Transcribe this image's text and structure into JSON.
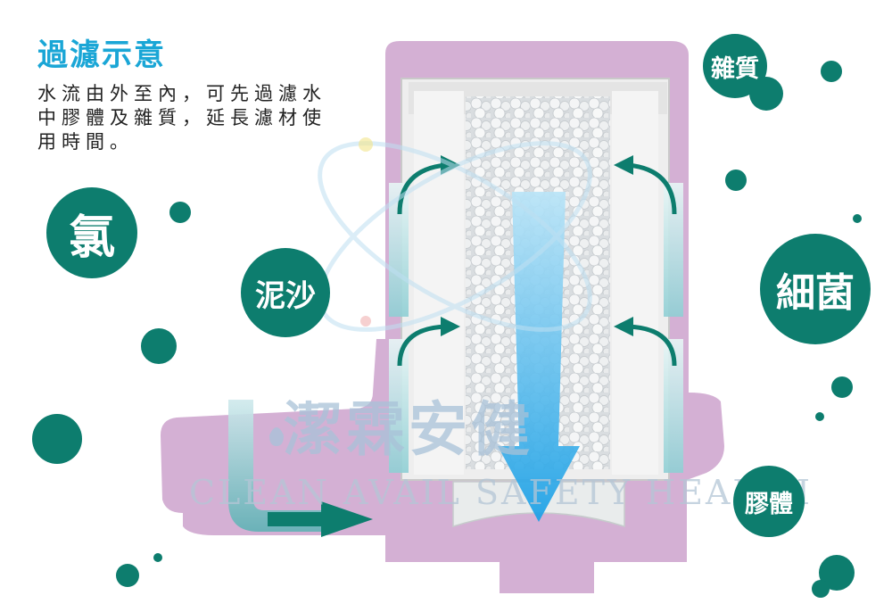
{
  "title": "過濾示意",
  "description": "水流由外至內，可先過濾水中膠體及雜質，延長濾材使用時間。",
  "labels": {
    "chlorine": "氯",
    "mud_sand": "泥沙",
    "impurities": "雜質",
    "bacteria": "細菌",
    "colloid": "膠體"
  },
  "watermark": {
    "chinese": "潔霖安健",
    "english": "CLEAN AVAIL SAFETY HEALTH"
  },
  "colors": {
    "housing": "#d4b0d4",
    "bubble": "#0d7d6e",
    "arrow_teal": "#0d7d6e",
    "flow_blue": "#29a9e8",
    "title": "#1aa6d6"
  }
}
